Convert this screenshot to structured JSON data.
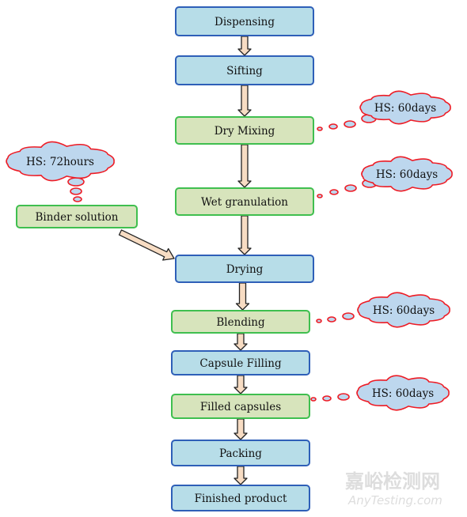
{
  "steps": [
    {
      "id": "dispensing",
      "label": "Dispensing",
      "kind": "blue"
    },
    {
      "id": "sifting",
      "label": "Sifting",
      "kind": "blue"
    },
    {
      "id": "dry-mixing",
      "label": "Dry Mixing",
      "kind": "green"
    },
    {
      "id": "wet-granulation",
      "label": "Wet granulation",
      "kind": "green"
    },
    {
      "id": "drying",
      "label": "Drying",
      "kind": "blue"
    },
    {
      "id": "blending",
      "label": "Blending",
      "kind": "green"
    },
    {
      "id": "capsule-filling",
      "label": "Capsule Filling",
      "kind": "blue"
    },
    {
      "id": "filled-capsules",
      "label": "Filled capsules",
      "kind": "green"
    },
    {
      "id": "packing",
      "label": "Packing",
      "kind": "blue"
    },
    {
      "id": "finished-product",
      "label": "Finished product",
      "kind": "blue"
    }
  ],
  "side_input": {
    "label": "Binder solution",
    "kind": "green"
  },
  "hold_times": [
    {
      "for": "dry-mixing",
      "label": "HS: 60days"
    },
    {
      "for": "wet-granulation",
      "label": "HS: 60days"
    },
    {
      "for": "binder-solution",
      "label": "HS: 72hours"
    },
    {
      "for": "blending",
      "label": "HS: 60days"
    },
    {
      "for": "filled-capsules",
      "label": "HS: 60days"
    }
  ],
  "colors": {
    "blue_fill": "#b7dde8",
    "blue_stroke": "#2e5fb8",
    "green_fill": "#d7e4bc",
    "green_stroke": "#3fbf4f",
    "arrow_fill": "#f7dcc3",
    "arrow_stroke": "#222222",
    "cloud_fill": "#bdd7ee",
    "cloud_stroke": "#ee1c25"
  },
  "watermark": {
    "line1": "嘉峪检测网",
    "line2": "AnyTesting.com"
  }
}
